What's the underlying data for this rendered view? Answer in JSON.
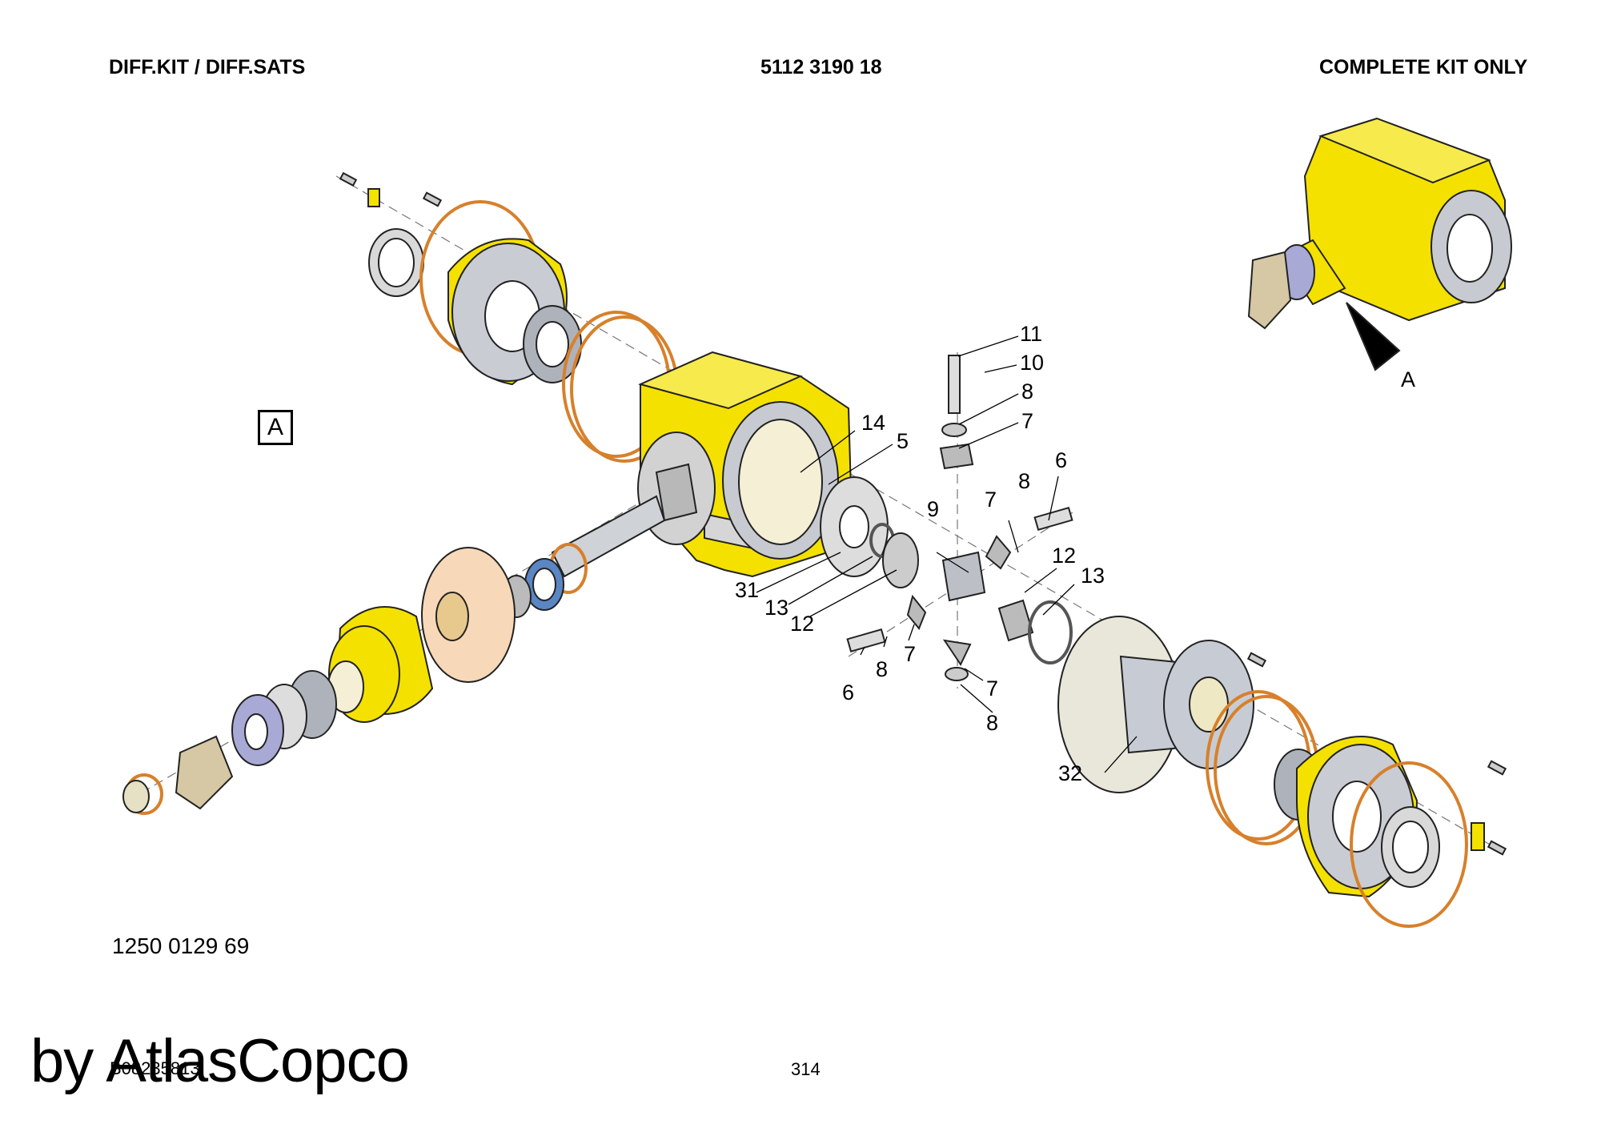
{
  "header": {
    "kit_title": "DIFF.KIT / DIFF.SATS",
    "part_number": "5112 3190 18",
    "note": "COMPLETE KIT ONLY"
  },
  "diagram": {
    "view_label": "A",
    "inset_arrow_label": "A",
    "callouts": [
      "11",
      "10",
      "8",
      "7",
      "14",
      "5",
      "6",
      "8",
      "7",
      "9",
      "12",
      "13",
      "31",
      "13",
      "12",
      "7",
      "8",
      "6",
      "7",
      "8",
      "32"
    ]
  },
  "footer": {
    "drawing_number": "1250 0129 69",
    "doc_code": "B08235813",
    "page_number": "314",
    "watermark": "by AtlasCopco"
  },
  "colors": {
    "housing_yellow": "#f4e100",
    "ring_orange": "#d7802b",
    "steel_grey": "#bfc3c9",
    "seal_blue": "#a9a9d6",
    "shaded_cream": "#f4efd5"
  }
}
